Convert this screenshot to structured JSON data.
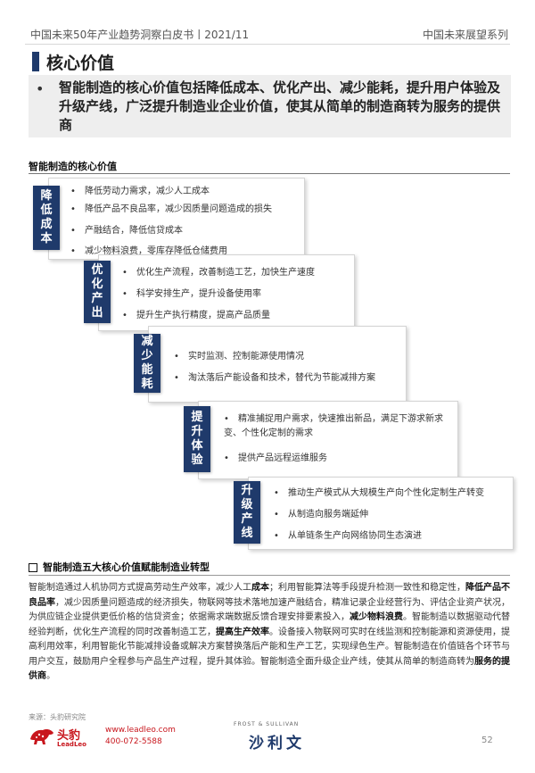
{
  "header": {
    "left": "中国未来50年产业趋势洞察白皮书丨2021/11",
    "right": "中国未来展望系列"
  },
  "section_title": "核心价值",
  "summary": {
    "bullet": "•",
    "text": "智能制造的核心价值包括降低成本、优化产出、减少能耗，提升用户体验及升级产线，广泛提升制造业企业价值，使其从简单的制造商转为服务的提供商"
  },
  "diagram": {
    "title": "智能制造的核心价值",
    "steps": [
      {
        "tag": [
          "降",
          "低",
          "成",
          "本"
        ],
        "items": [
          "降低劳动力需求，减少人工成本",
          "降低产品不良品率，减少因质量问题造成的损失",
          "产融结合，降低信贷成本",
          "减少物料浪费，零库存降低仓储费用"
        ]
      },
      {
        "tag": [
          "优",
          "化",
          "产",
          "出"
        ],
        "items": [
          "优化生产流程，改善制造工艺，加快生产速度",
          "科学安排生产，提升设备使用率",
          "提升生产执行精度，提高产品质量"
        ]
      },
      {
        "tag": [
          "减",
          "少",
          "能",
          "耗"
        ],
        "items": [
          "实时监测、控制能源使用情况",
          "淘汰落后产能设备和技术，替代为节能减排方案"
        ]
      },
      {
        "tag": [
          "提",
          "升",
          "体",
          "验"
        ],
        "items": [
          "精准捕捉用户需求，快速推出新品，满足下游求新求变、个性化定制的需求",
          "提供产品远程运维服务"
        ]
      },
      {
        "tag": [
          "升",
          "级",
          "产",
          "线"
        ],
        "items": [
          "推动生产模式从大规模生产向个性化定制生产转变",
          "从制造向服务端延伸",
          "从单链条生产向网络协同生态演进"
        ]
      }
    ]
  },
  "sub_title": "智能制造五大核心价值赋能制造业转型",
  "paragraph": [
    {
      "t": "智能制造通过人机协同方式提高劳动生产效率，减少人工",
      "b": false
    },
    {
      "t": "成本",
      "b": true
    },
    {
      "t": "；利用智能算法等手段提升检测一致性和稳定性，",
      "b": false
    },
    {
      "t": "降低产品不良品率",
      "b": true
    },
    {
      "t": "，减少因质量问题造成的经济损失，物联网等技术落地加速产融结合，精准记录企业经营行为、评估企业资产状况，为供应链企业提供更低价格的信贷资金；依据需求端数据反馈合理安排要素投入，",
      "b": false
    },
    {
      "t": "减少物料浪费",
      "b": true
    },
    {
      "t": "。智能制造以数据驱动代替经验判断，优化生产流程的同时改善制造工艺，",
      "b": false
    },
    {
      "t": "提高生产效率",
      "b": true
    },
    {
      "t": "。设备接入物联网可实时在线监测和控制能源和资源使用，提高利用效率，利用智能化节能减排设备或解决方案替换落后产能和生产工艺，实现绿色生产。智能制造在价值链各个环节与用户交互，鼓励用户全程参与产品生产过程，提升其体验。智能制造全面升级企业产线，使其从简单的制造商转为",
      "b": false
    },
    {
      "t": "服务的提供商",
      "b": true
    },
    {
      "t": "。",
      "b": false
    }
  ],
  "source": "来源：头豹研究院",
  "footer": {
    "logo_name": "头豹",
    "logo_sub": "LeadLeo",
    "website": "www.leadleo.com",
    "phone": "400-072-5588",
    "partner_small": "FROST & SULLIVAN",
    "partner_big": "沙利文",
    "page": "52"
  },
  "colors": {
    "brand_navy": "#1f3a6b",
    "brand_red": "#c8161d",
    "summary_bg": "#eeeeee"
  }
}
